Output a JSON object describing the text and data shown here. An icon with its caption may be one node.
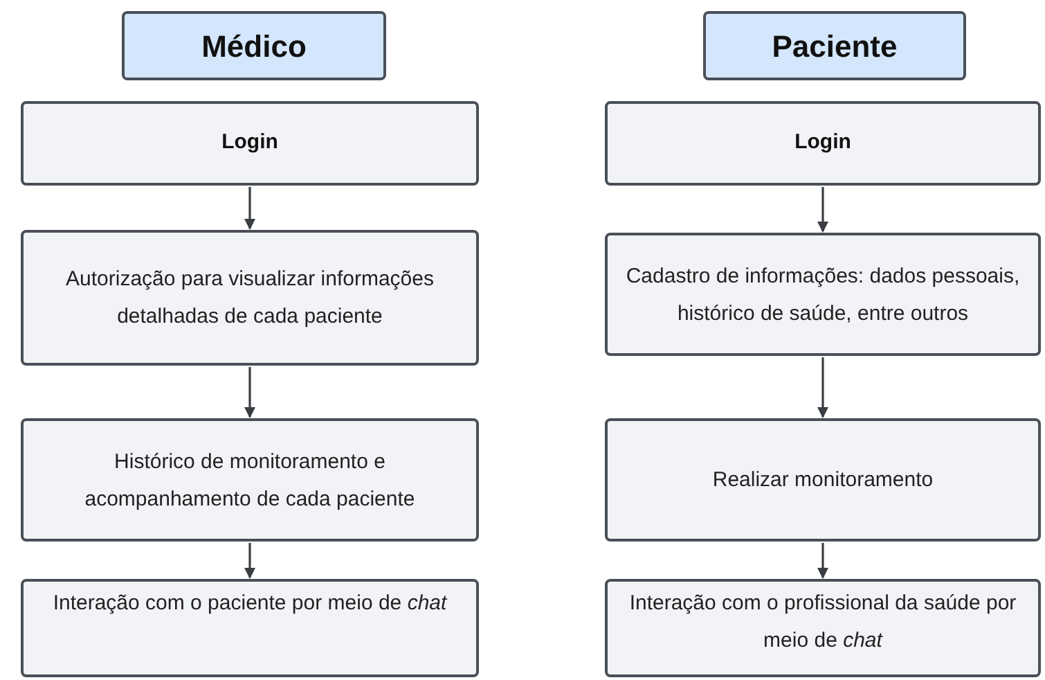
{
  "diagram": {
    "nodes": [
      {
        "text": [
          "Médico"
        ]
      },
      {
        "text": [
          "Login"
        ]
      },
      {
        "text": [
          "Autorização para visualizar informações detalhadas de cada paciente"
        ]
      },
      {
        "text": [
          "Histórico de monitoramento e acompanhamento de cada paciente"
        ]
      },
      {
        "text": [
          "Interação com o paciente por meio de *chat*"
        ]
      },
      {
        "text": [
          "Paciente"
        ]
      },
      {
        "text": [
          "Login"
        ]
      },
      {
        "text": [
          "Cadastro de informações: dados pessoais, histórico de saúde, entre outros"
        ]
      },
      {
        "text": [
          "Realizar monitoramento"
        ]
      },
      {
        "text": [
          "Interação com o profissional da saúde por meio de *chat*"
        ]
      }
    ],
    "edges": [
      {
        "from": 1,
        "to": 2,
        "arrow": "to"
      },
      {
        "from": 2,
        "to": 3,
        "arrow": "to"
      },
      {
        "from": 3,
        "to": 4,
        "arrow": "to"
      },
      {
        "from": 6,
        "to": 7,
        "arrow": "to"
      },
      {
        "from": 7,
        "to": 8,
        "arrow": "to"
      },
      {
        "from": 8,
        "to": 9,
        "arrow": "to"
      }
    ]
  }
}
